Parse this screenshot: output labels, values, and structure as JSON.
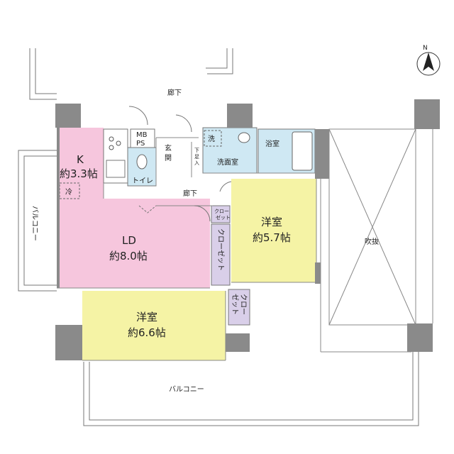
{
  "rooms": {
    "kitchen": {
      "name": "K",
      "size": "約3.3帖"
    },
    "ld": {
      "name": "LD",
      "size": "約8.0帖"
    },
    "western_right": {
      "name": "洋室",
      "size": "約5.7帖"
    },
    "western_bottom": {
      "name": "洋室",
      "size": "約6.6帖"
    }
  },
  "labels": {
    "corridor_top": "廊下",
    "corridor_inner": "廊下",
    "mbps": "MB\nPS",
    "entrance": "玄\n関",
    "shoe_storage": "下\n足\n入",
    "toilet": "トイレ",
    "washroom": "洗面室",
    "bath": "浴室",
    "washer": "洗",
    "fridge": "冷",
    "closet_small": "クロー\nゼット",
    "closet_mid": "クローゼット",
    "closet_right": "クロー\nゼット",
    "balcony_left": "バルコニー",
    "balcony_bottom": "バルコニー",
    "void": "吹抜",
    "north": "N"
  },
  "colors": {
    "kitchen_ld": "#f6c6dd",
    "western": "#f5f3a5",
    "wet_area": "#cfe8f3",
    "closet": "#d9cfe9",
    "wall": "#8a8a8a"
  }
}
